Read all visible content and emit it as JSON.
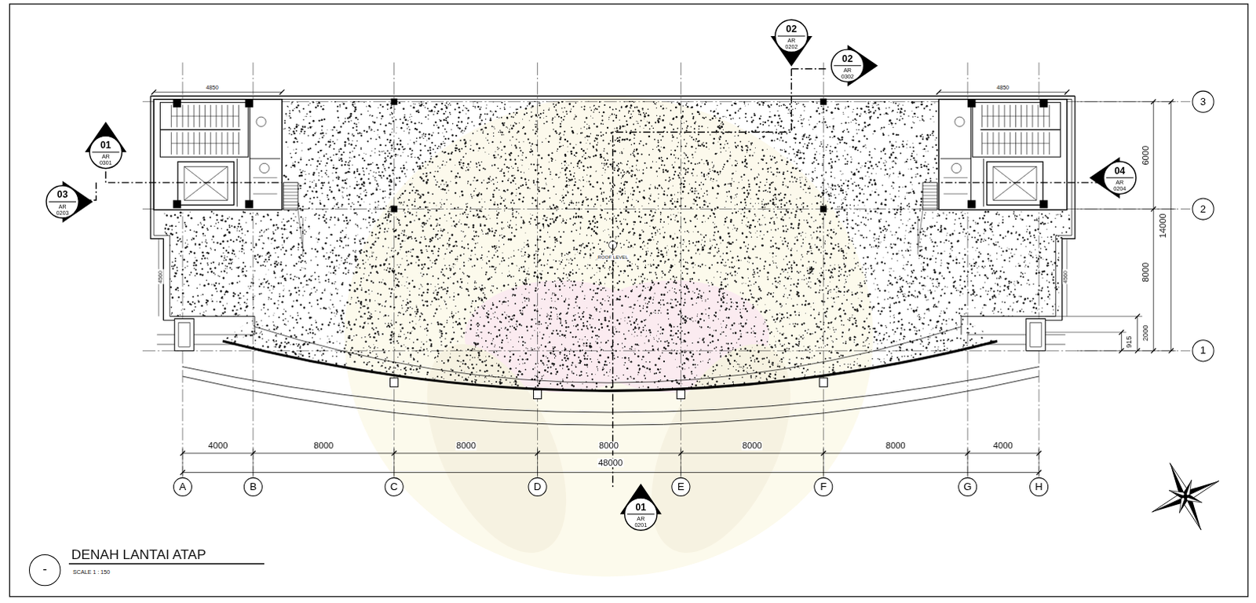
{
  "diagram": {
    "title": "DENAH LANTAI ATAP",
    "nodes": [
      {
        "text": [
          "02",
          "AR 0202"
        ]
      },
      {
        "text": [
          "02",
          "AR 0302"
        ]
      },
      {
        "text": [
          "3"
        ]
      },
      {
        "text": [
          "01",
          "AR 0301"
        ]
      },
      {
        "text": [
          "04",
          "AR 0204"
        ]
      },
      {
        "text": [
          "03",
          "AR 0203"
        ]
      },
      {
        "text": [
          "2"
        ]
      },
      {
        "text": [
          "1"
        ]
      },
      {
        "text": [
          "A"
        ]
      },
      {
        "text": [
          "B"
        ]
      },
      {
        "text": [
          "C"
        ]
      },
      {
        "text": [
          "D"
        ]
      },
      {
        "text": [
          "E"
        ]
      },
      {
        "text": [
          "F"
        ]
      },
      {
        "text": [
          "G"
        ]
      },
      {
        "text": [
          "H"
        ]
      },
      {
        "text": [
          "01",
          "AR 0201"
        ]
      },
      {
        "text": [
          "-"
        ]
      }
    ],
    "labels": [
      "4850",
      "4850",
      "6000",
      "14000",
      "8000",
      "2000",
      "915",
      "4560",
      "4560",
      "ROOF LEVEL",
      "4000",
      "8000",
      "8000",
      "8000",
      "8000",
      "8000",
      "4000",
      "48000",
      "SCALE 1 : 150"
    ]
  }
}
